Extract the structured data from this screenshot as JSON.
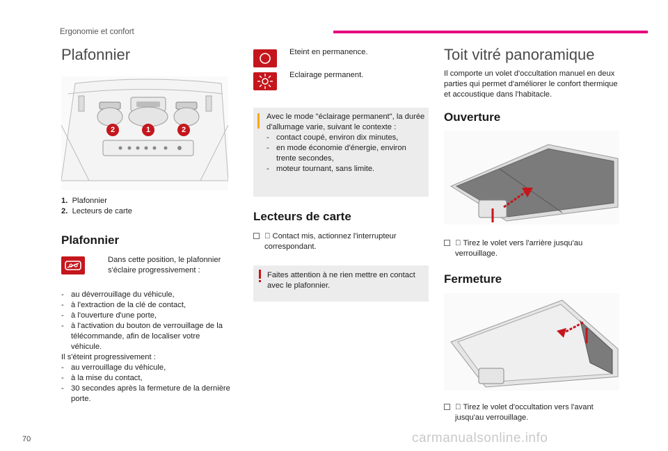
{
  "header": {
    "section": "Ergonomie et confort",
    "accent_color": "#e6007e"
  },
  "left": {
    "title": "Plafonnier",
    "illustration": {
      "badges": [
        "2",
        "1",
        "2"
      ],
      "icon": "roof-lamp-console-icon"
    },
    "legend": [
      {
        "num": "1.",
        "text": "Plafonnier"
      },
      {
        "num": "2.",
        "text": "Lecteurs de carte"
      }
    ],
    "subtitle": "Plafonnier",
    "door_mode_text": "Dans cette position, le plafonnier s'éclaire progressivement :",
    "on_list": [
      "au déverrouillage du véhicule,",
      "à l'extraction de la clé de contact,",
      "à l'ouverture d'une porte,",
      "à l'activation du bouton de verrouillage de la télécommande, afin de localiser votre véhicule."
    ],
    "off_intro": "Il s'éteint progressivement :",
    "off_list": [
      "au verrouillage du véhicule,",
      "à la mise du contact,",
      "30 secondes après la fermeture de la dernière porte."
    ]
  },
  "middle": {
    "off_text": "Eteint en permanence.",
    "on_text": "Eclairage permanent.",
    "info": {
      "intro": "Avec le mode \"éclairage permanent\", la durée d'allumage varie, suivant le contexte :",
      "items": [
        "contact coupé, environ dix minutes,",
        "en mode économie d'énergie, environ trente secondes,",
        "moteur tournant, sans limite."
      ]
    },
    "reading_title": "Lecteurs de carte",
    "reading_text": "Contact mis, actionnez l'interrupteur correspondant.",
    "warning": "Faites attention à ne rien mettre en contact avec le plafonnier."
  },
  "right": {
    "title": "Toit vitré panoramique",
    "intro": "Il comporte un volet d'occultation manuel en deux parties qui permet d'améliorer le confort thermique et accoustique dans l'habitacle.",
    "opening_title": "Ouverture",
    "opening_text": "Tirez le volet vers l'arrière jusqu'au verrouillage.",
    "closing_title": "Fermeture",
    "closing_text": "Tirez le volet d'occultation vers l'avant jusqu'au verrouillage."
  },
  "footer": {
    "page_number": "70",
    "watermark": "carmanualsonline.info"
  }
}
